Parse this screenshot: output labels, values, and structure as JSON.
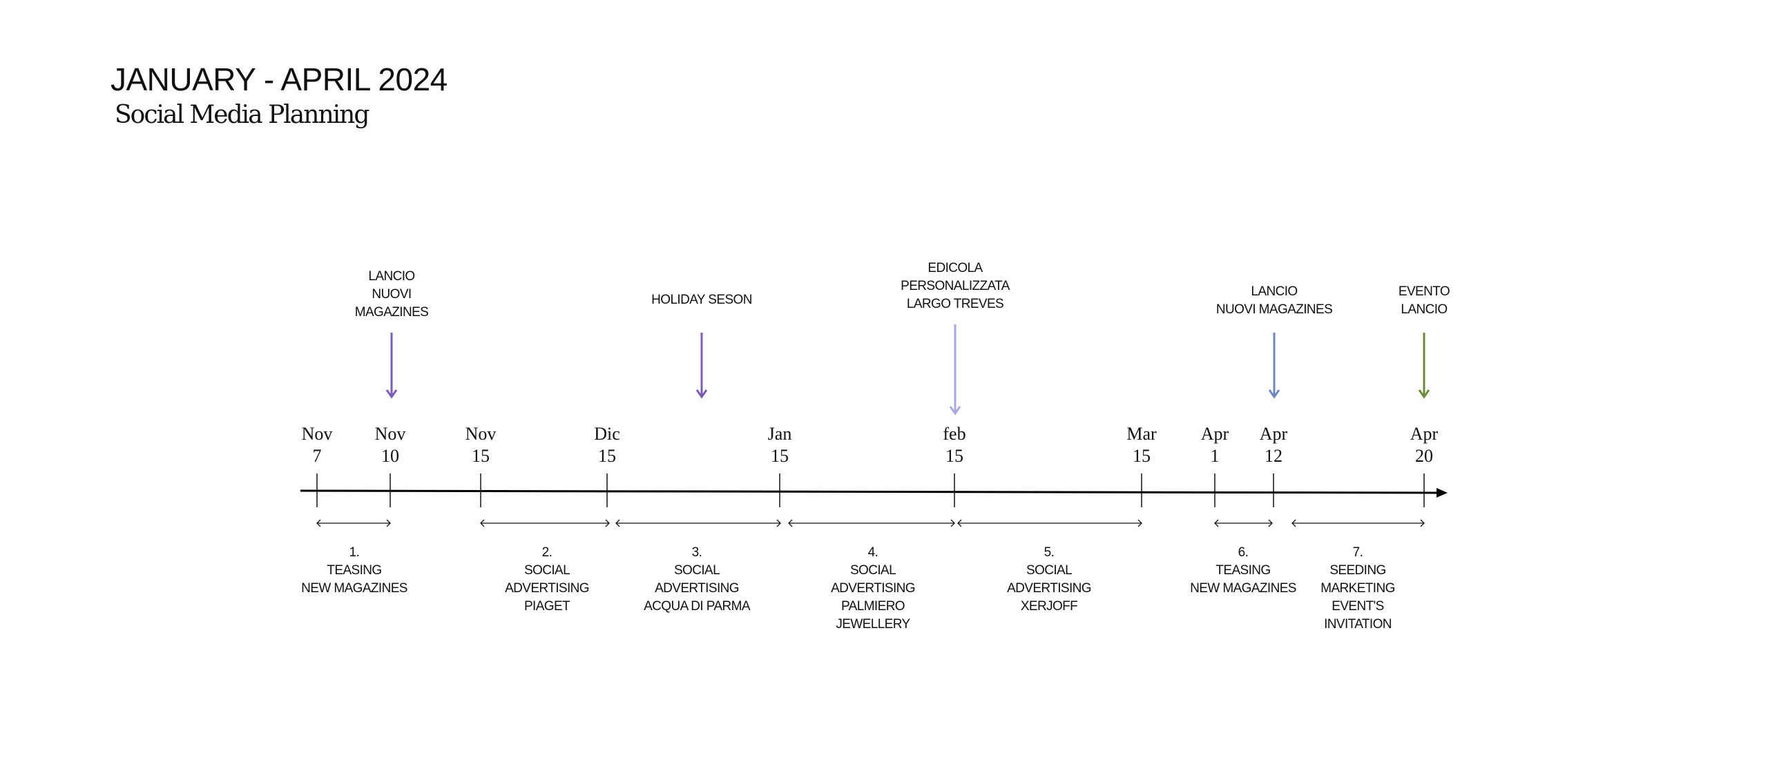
{
  "header": {
    "title": "JANUARY - APRIL 2024",
    "subtitle": "Social Media Planning"
  },
  "events": [
    {
      "lines": [
        "LANCIO",
        "NUOVI",
        "MAGAZINES"
      ],
      "color": "#7b5cb8"
    },
    {
      "lines": [
        "HOLIDAY SESON"
      ],
      "color": "#7b5cb8"
    },
    {
      "lines": [
        "EDICOLA",
        "PERSONALIZZATA",
        "LARGO TREVES"
      ],
      "color": "#a9a9dd"
    },
    {
      "lines": [
        "LANCIO",
        "NUOVI MAGAZINES"
      ],
      "color": "#7088b8"
    },
    {
      "lines": [
        "EVENTO",
        "LANCIO"
      ],
      "color": "#6b8a3c"
    }
  ],
  "dates": [
    {
      "month": "Nov",
      "day": "7"
    },
    {
      "month": "Nov",
      "day": "10"
    },
    {
      "month": "Nov",
      "day": "15"
    },
    {
      "month": "Dic",
      "day": "15"
    },
    {
      "month": "Jan",
      "day": "15"
    },
    {
      "month": "feb",
      "day": "15"
    },
    {
      "month": "Mar",
      "day": "15"
    },
    {
      "month": "Apr",
      "day": "1"
    },
    {
      "month": "Apr",
      "day": "12"
    },
    {
      "month": "Apr",
      "day": "20"
    }
  ],
  "phases": [
    {
      "number": "1.",
      "lines": [
        "TEASING",
        "NEW MAGAZINES"
      ]
    },
    {
      "number": "2.",
      "lines": [
        "SOCIAL",
        "ADVERTISING",
        "PIAGET"
      ]
    },
    {
      "number": "3.",
      "lines": [
        "SOCIAL",
        "ADVERTISING",
        "ACQUA DI PARMA"
      ]
    },
    {
      "number": "4.",
      "lines": [
        "SOCIAL",
        "ADVERTISING",
        "PALMIERO",
        "JEWELLERY"
      ]
    },
    {
      "number": "5.",
      "lines": [
        "SOCIAL",
        "ADVERTISING",
        "XERJOFF"
      ]
    },
    {
      "number": "6.",
      "lines": [
        "TEASING",
        "NEW MAGAZINES"
      ]
    },
    {
      "number": "7.",
      "lines": [
        "SEEDING",
        "MARKETING",
        "EVENT'S",
        "INVITATION"
      ]
    }
  ]
}
